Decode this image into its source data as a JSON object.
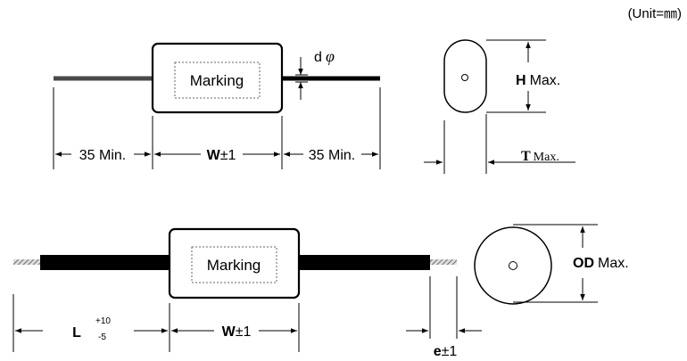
{
  "unit_note": "(Unit=㎜)",
  "top": {
    "marking": "Marking",
    "d": "d",
    "phi": "φ",
    "lead_left": "35 Min.",
    "lead_right": "35 Min.",
    "w_bold": "W",
    "w_tol": "±1"
  },
  "top_side": {
    "h_bold": "H",
    "h_rest": "Max.",
    "t_bold": "T",
    "t_rest": "Max."
  },
  "bottom": {
    "marking": "Marking",
    "l_bold": "L",
    "l_plus": "+10",
    "l_minus": "-5",
    "w_bold": "W",
    "w_tol": "±1",
    "e_bold": "e",
    "e_tol": "±1"
  },
  "bottom_side": {
    "od_bold": "OD",
    "od_rest": "Max."
  }
}
